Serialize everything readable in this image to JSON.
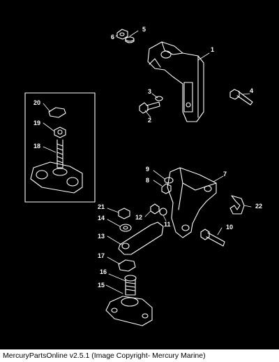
{
  "callouts": {
    "n1": "1",
    "n2": "2",
    "n3": "3",
    "n4": "4",
    "n5": "5",
    "n6": "6",
    "n7": "7",
    "n8": "8",
    "n9": "9",
    "n10": "10",
    "n11": "11",
    "n12": "12",
    "n13": "13",
    "n14": "14",
    "n15": "15",
    "n16": "16",
    "n17": "17",
    "n18": "18",
    "n19": "19",
    "n20": "20",
    "n21": "21",
    "n22": "22"
  },
  "footer": {
    "caption": "MercuryPartsOnline v2.5.1 (Image Copyright- Mercury Marine)"
  },
  "colors": {
    "background": "#000000",
    "line": "#ffffff",
    "footer_bg": "#ffffff"
  }
}
